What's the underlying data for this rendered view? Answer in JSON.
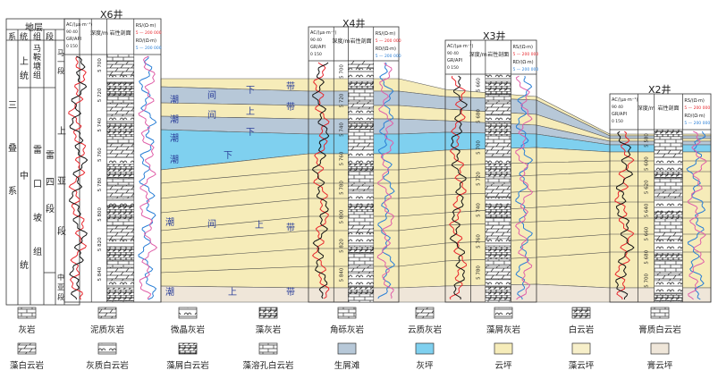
{
  "header": {
    "stratum": "地层",
    "system": "系",
    "series": "统",
    "group": "组",
    "segment": "段",
    "lithology": "岩性剖面",
    "depth": "深度/m",
    "ac_curve": "AC/(μs·m⁻¹)",
    "ac_range_left": "90",
    "ac_range_right": "40",
    "gr_curve": "GR/API",
    "gr_range_left": "0",
    "gr_range_right": "150",
    "rs_curve": "RS/(Ω·m)",
    "rs_range_left": "5",
    "rs_range_right": "200 000",
    "rd_curve": "RD/(Ω·m)",
    "rd_range_left": "5",
    "rd_range_right": "200 000"
  },
  "strata": {
    "system": "三叠系",
    "series": "上统",
    "series2": "中统",
    "group_upper": "马鞍塘组",
    "group_main": "雷口坡组",
    "segment_ma1": "马一段",
    "segment_lei4": "雷四段",
    "subseg_upper": "上亚段",
    "subseg_middle": "中亚段"
  },
  "wells": [
    {
      "name": "X6井",
      "depths": [
        "5 700",
        "5 720",
        "5 740",
        "5 760",
        "5 780",
        "5 800",
        "5 820",
        "5 840"
      ]
    },
    {
      "name": "X4井",
      "depths": [
        "5 700",
        "5 720",
        "5 740",
        "5 760",
        "5 780",
        "5 800",
        "5 820",
        "5 840"
      ]
    },
    {
      "name": "X3井",
      "depths": [
        "5 660",
        "5 680",
        "5 700",
        "5 720",
        "5 740",
        "5 760",
        "5 780"
      ]
    },
    {
      "name": "X2井",
      "depths": [
        "5 580",
        "5 600",
        "5 620",
        "5 640",
        "5 660",
        "5 680",
        "5 700"
      ]
    }
  ],
  "zones": {
    "a1": "潮",
    "a2": "间",
    "a3": "下",
    "a4": "带",
    "b1": "潮",
    "b2": "间",
    "b3": "上",
    "b4": "带",
    "c1": "潮",
    "c2": "下",
    "d1": "潮",
    "d2": "下",
    "e1": "潮",
    "e2": "间",
    "e3": "上",
    "e4": "带",
    "f1": "潮",
    "f2": "上",
    "f3": "带"
  },
  "legend": [
    {
      "label": "灰岩",
      "pattern": "limestone"
    },
    {
      "label": "泥质灰岩",
      "pattern": "argillaceous-limestone"
    },
    {
      "label": "微晶灰岩",
      "pattern": "micrite"
    },
    {
      "label": "藻灰岩",
      "pattern": "algal-limestone"
    },
    {
      "label": "角砾灰岩",
      "pattern": "breccia-limestone"
    },
    {
      "label": "云质灰岩",
      "pattern": "dolomitic-limestone"
    },
    {
      "label": "藻屑灰岩",
      "pattern": "algal-debris-limestone"
    },
    {
      "label": "白云岩",
      "pattern": "dolomite"
    },
    {
      "label": "膏质白云岩",
      "pattern": "gypsum-dolomite"
    },
    {
      "label": "藻白云岩",
      "pattern": "algal-dolomite"
    },
    {
      "label": "灰质白云岩",
      "pattern": "calcareous-dolomite"
    },
    {
      "label": "藻屑白云岩",
      "pattern": "algal-debris-dolomite"
    },
    {
      "label": "藻溶孔白云岩",
      "pattern": "algal-vuggy-dolomite"
    },
    {
      "label": "生屑滩",
      "pattern": "bioclastic-shoal",
      "color": "#b7c8d8"
    },
    {
      "label": "灰坪",
      "pattern": "lime-flat",
      "color": "#7fd0ef"
    },
    {
      "label": "云坪",
      "pattern": "dolo-flat",
      "color": "#f6ecb9"
    },
    {
      "label": "藻云坪",
      "pattern": "algal-dolo-flat",
      "color": "#f7efc9"
    },
    {
      "label": "膏云坪",
      "pattern": "gypsum-dolo-flat",
      "color": "#efe6d9"
    }
  ],
  "colors": {
    "dolo_flat": "#f6ecb9",
    "lime_flat": "#7fd0ef",
    "shoal": "#b7c8d8",
    "gypsum_flat": "#efe6d9",
    "curve_red": "#e8262c",
    "curve_blue": "#2a7fd6",
    "curve_pink": "#e05fa8",
    "zone_text": "#2b3f9a"
  }
}
